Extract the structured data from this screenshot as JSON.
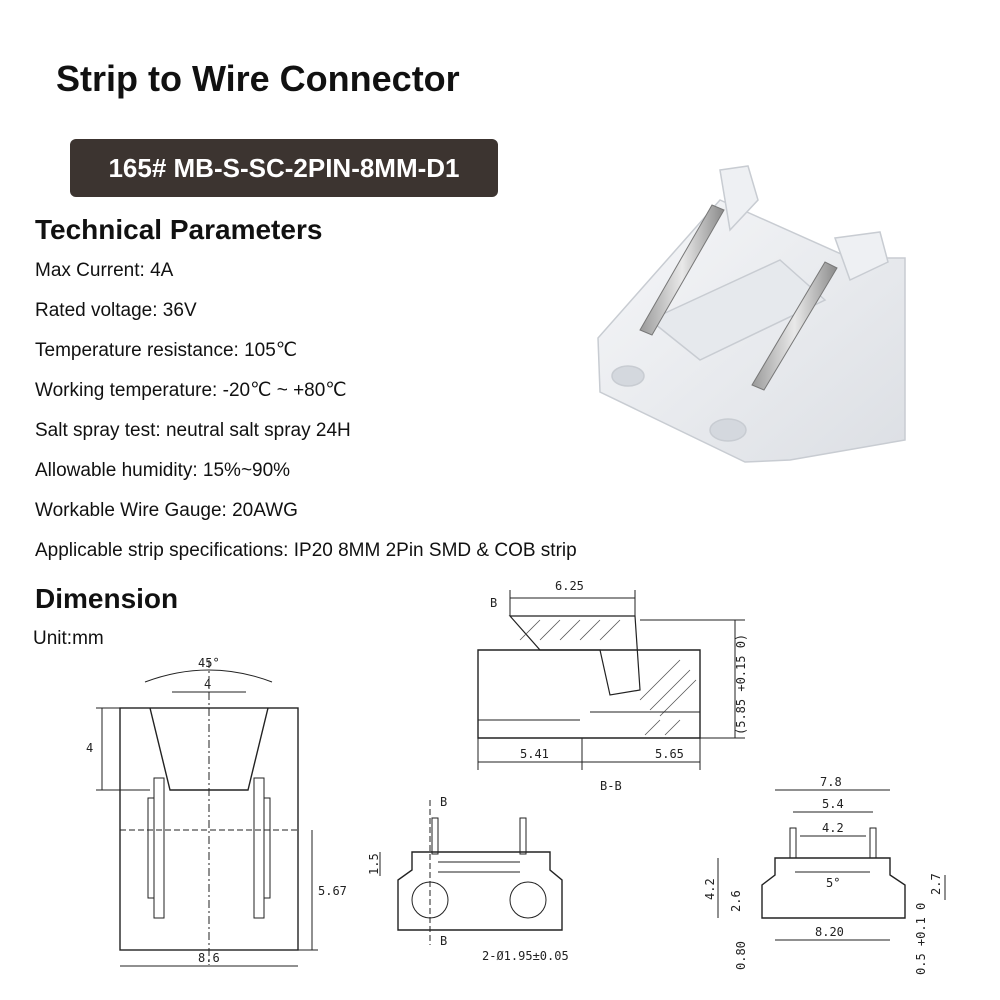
{
  "title": "Strip to Wire Connector",
  "model": "165# MB-S-SC-2PIN-8MM-D1",
  "technical": {
    "heading": "Technical Parameters",
    "params": [
      "Max Current: 4A",
      "Rated voltage: 36V",
      "Temperature resistance: 105℃",
      "Working temperature: -20℃ ~ +80℃",
      "Salt spray test: neutral salt spray 24H",
      "Allowable humidity: 15%~90%",
      "Workable Wire Gauge: 20AWG",
      "Applicable strip specifications: IP20 8MM 2Pin SMD & COB strip"
    ]
  },
  "dimension": {
    "heading": "Dimension",
    "unit": "Unit:mm",
    "top_view": {
      "angle": "45°",
      "inner_width": "4",
      "height_left": "4",
      "height_right": "5.67",
      "width": "8.6"
    },
    "section_view": {
      "label_b": "B",
      "top_width": "6.25",
      "height": "(5.85 +0.15 0)",
      "left_width": "5.41",
      "right_width": "5.65",
      "caption": "B-B"
    },
    "front_view": {
      "label_b_top": "B",
      "label_b_bottom": "B",
      "height": "1.5",
      "holes": "2-Ø1.95±0.05"
    },
    "side_view": {
      "w1": "7.8",
      "w2": "5.4",
      "w3": "4.2",
      "angle": "5°",
      "h1": "4.2",
      "h2": "2.6",
      "h3": "2.7",
      "bottom_width": "8.20",
      "base": "0.80",
      "tol": "0.5 +0.1 0"
    }
  },
  "colors": {
    "badge": "#3c3430",
    "text": "#111111",
    "line": "#222222"
  }
}
